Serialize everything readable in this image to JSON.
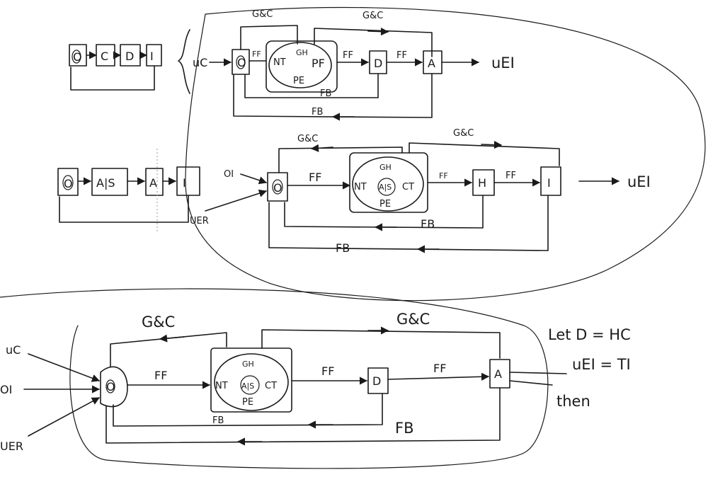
{
  "labels": {
    "block_O": "O",
    "block_C": "C",
    "block_D": "D",
    "block_I": "I",
    "block_A": "A",
    "block_AS": "A|S",
    "block_H": "H",
    "uc": "uC",
    "ui": "OI",
    "uer": "UER",
    "uei": "uEI",
    "gc": "G&C",
    "ff": "FF",
    "fb": "FB",
    "gh": "GH",
    "pe": "PE",
    "pf": "PF",
    "nt": "NT",
    "ct": "CT",
    "note_line1": "Let D = HC",
    "note_line2": "uEI = TI",
    "note_line3": "then"
  },
  "colors": {
    "ink": "#1a1a1a",
    "paper": "#ffffff"
  }
}
